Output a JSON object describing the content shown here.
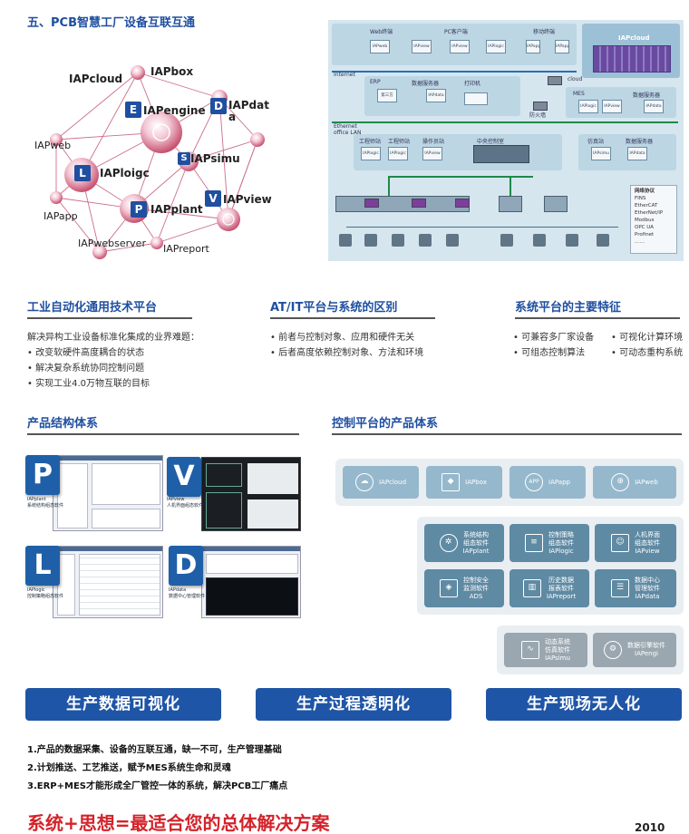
{
  "heading": "五、PCB智慧工厂设备互联互通",
  "graph": {
    "nodes": {
      "iapbox": "IAPbox",
      "iapcloud": "IAPcloud",
      "iapengine": "IAPengine",
      "iapdata": "IAPdat\na",
      "iapweb": "IAPweb",
      "iaplogic": "IAPloigc",
      "iapsimu": "IAPsimu",
      "iapapp": "IAPapp",
      "iapplant": "IAPplant",
      "iapview": "IAPview",
      "iapwebserver": "IAPwebserver",
      "iapreport": "IAPreport"
    },
    "badges": {
      "e": "E",
      "d": "D",
      "l": "L",
      "s": "S",
      "p": "P",
      "v": "V"
    }
  },
  "network": {
    "web_terminal": "Web终端",
    "pc_client": "PC客户端",
    "mobile_terminal": "移动终端",
    "monitors_top": [
      "IAPweb",
      "IAPview",
      "IAPview",
      "IAPlogic",
      "IAPapp",
      "IAPapp"
    ],
    "cloud_label": "IAPcloud",
    "internet": "Internet",
    "erp": "ERP",
    "data_server": "数据服务器",
    "printer": "打印机",
    "third_party": "第三方",
    "iapdata": "IAPdata",
    "cloud_small": "cloud",
    "firewall": "防火墙",
    "mes": "MES",
    "data_server2": "数据服务器",
    "mes_monitors": [
      "IAPlogic",
      "IAPview",
      "IAPdata"
    ],
    "ethernet": "Ethernet\noffice LAN",
    "eng_station1": "工程师站",
    "eng_station2": "工程师站",
    "operator_station": "操作员站",
    "central_control": "中央控制室",
    "sim_station": "仿真站",
    "data_server3": "数据服务器",
    "station_monitors": [
      "IAPlogic",
      "IAPlogic",
      "IAPview",
      "IAPsimu",
      "IAPdata"
    ],
    "protocols_title": "网络协议",
    "protocols": [
      "FINS",
      "EtherCAT",
      "EtherNet/IP",
      "Modbus",
      "OPC UA",
      "Profinet",
      "……"
    ]
  },
  "features": [
    {
      "title": "工业自动化通用技术平台",
      "lines": [
        "解决异构工业设备标准化集成的业界难题：",
        "• 改变软硬件高度耦合的状态",
        "• 解决复杂系统协同控制问题",
        "• 实现工业4.0万物互联的目标"
      ]
    },
    {
      "title": "AT/IT平台与系统的区别",
      "lines": [
        "• 前者与控制对象、应用和硬件无关",
        "• 后者高度依赖控制对象、方法和环境"
      ]
    },
    {
      "title": "系统平台的主要特征",
      "lines": [
        "• 可兼容多厂家设备",
        "• 可视化计算环境",
        "• 可组态控制算法",
        "• 可动态重构系统"
      ]
    }
  ],
  "product_structure": {
    "title": "产品结构体系",
    "products": [
      {
        "letter": "P",
        "name": "IAPplant",
        "desc": "系统结构组态软件"
      },
      {
        "letter": "V",
        "name": "IAPview",
        "desc": "人机界面组态软件"
      },
      {
        "letter": "L",
        "name": "IAPlogic",
        "desc": "控制策略组态软件"
      },
      {
        "letter": "D",
        "name": "IAPdata",
        "desc": "数据中心管理软件"
      }
    ]
  },
  "control_platform": {
    "title": "控制平台的产品体系",
    "row1": [
      {
        "icon": "cloud-icon",
        "label": "IAPcloud"
      },
      {
        "icon": "box-icon",
        "label": "IAPbox"
      },
      {
        "icon": "app-icon",
        "icon_text": "APP",
        "label": "IAPapp"
      },
      {
        "icon": "globe-icon",
        "label": "IAPweb"
      }
    ],
    "row2": [
      {
        "icon": "gear-circle-icon",
        "label": "系统结构\n组态软件\nIAPplant"
      },
      {
        "icon": "sliders-icon",
        "label": "控制策略\n组态软件\nIAPlogic"
      },
      {
        "icon": "person-screen-icon",
        "label": "人机界面\n组态软件\nIAPview"
      },
      {
        "icon": "shield-icon",
        "label": "控制安全\n监测软件\nADS"
      },
      {
        "icon": "bar-chart-icon",
        "label": "历史数据\n报表软件\nIAPreport"
      },
      {
        "icon": "database-icon",
        "label": "数据中心\n管理软件\nIAPdata"
      }
    ],
    "row3": [
      {
        "icon": "wave-icon",
        "label": "动态系统\n仿真软件\nIAPsimu"
      },
      {
        "icon": "gears-icon",
        "label": "数据引擎软件\nIAPengi"
      }
    ]
  },
  "pills": [
    "生产数据可视化",
    "生产过程透明化",
    "生产现场无人化"
  ],
  "notes": [
    "1.产品的数据采集、设备的互联互通，缺一不可，生产管理基础",
    "2.计划推送、工艺推送，赋予MES系统生命和灵魂",
    "3.ERP+MES才能形成全厂管控一体的系统，解决PCB工厂痛点"
  ],
  "slogan": "系统+思想=最适合您的总体解决方案",
  "corner": "2010",
  "colors": {
    "accent": "#1f4fa0",
    "pill": "#1f55a6",
    "slogan": "#d4232a"
  }
}
